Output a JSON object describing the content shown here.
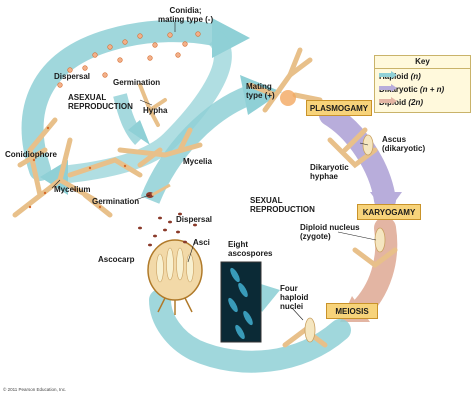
{
  "colors": {
    "haploid": "#8fd0d6",
    "dikaryotic": "#b8addb",
    "diploid": "#e3b5a3",
    "stage_box": "#f7d37a",
    "key_bg": "#fff9dc",
    "hypha": "#f2d9a8",
    "nucleus": "#d66a2a",
    "spore": "#8a3a2a"
  },
  "labels": {
    "conidia": "Conidia;\nmating type (-)",
    "dispersal_top": "Dispersal",
    "germination_top": "Germination",
    "asexual_reproduction": "ASEXUAL\nREPRODUCTION",
    "hypha": "Hypha",
    "conidiophore": "Conidiophore",
    "mycelium": "Mycelium",
    "mycelia": "Mycelia",
    "mating_type": "Mating\ntype (+)",
    "germination_low": "Germination",
    "dispersal_low": "Dispersal",
    "asci": "Asci",
    "ascocarp": "Ascocarp",
    "eight_ascospores": "Eight\nascospores",
    "four_haploid_nuclei": "Four\nhaploid\nnuclei",
    "sexual_reproduction": "SEXUAL\nREPRODUCTION",
    "ascus_dikaryotic": "Ascus\n(dikaryotic)",
    "dikaryotic_hyphae": "Dikaryotic\nhyphae",
    "diploid_nucleus": "Diploid nucleus\n(zygote)",
    "copyright": "© 2011 Pearson Education, Inc."
  },
  "stages": {
    "plasmogamy": "PLASMOGAMY",
    "karyogamy": "KARYOGAMY",
    "meiosis": "MEIOSIS"
  },
  "key": {
    "title": "Key",
    "items": [
      {
        "name": "Haploid",
        "symbol": "(n)",
        "color_key": "haploid"
      },
      {
        "name": "Dikaryotic",
        "symbol": "(n + n)",
        "color_key": "dikaryotic"
      },
      {
        "name": "Diploid",
        "symbol": "(2n)",
        "color_key": "diploid"
      }
    ]
  }
}
